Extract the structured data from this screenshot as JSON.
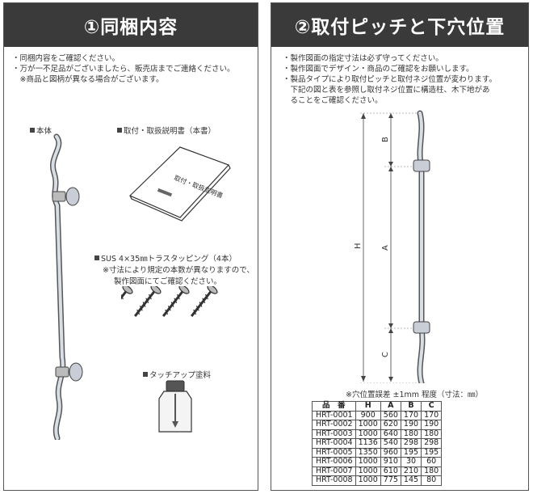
{
  "left": {
    "title": "①同梱内容",
    "notes": [
      "・同梱内容をご確認ください。",
      "・万が一不足品がございましたら、販売店までご連絡ください。",
      "　※商品と図柄が異なる場合がございます。"
    ],
    "items": {
      "body": "本体",
      "manual": "取付・取扱説明書（本書）",
      "manual_cover": "取付・取扱説明書",
      "screws": "SUS 4×35㎜トラスタッピング（4本）",
      "screws_note1": "※寸法により規定の本数が異なりますので、",
      "screws_note2": "製作図面にてご確認ください。",
      "paint": "タッチアップ塗料"
    }
  },
  "right": {
    "title": "②取付ピッチと下穴位置",
    "notes": [
      "・製作図面の指定寸法は必ず守ってください。",
      "・製作図面でデザイン・商品のご確認をお願いします。",
      "・製品タイプにより取付ピッチと取付ネジ位置が変わります。",
      "　下記の図と表を参照し取付ネジ位置に構造柱、木下地があ",
      "　ることをご確認ください。"
    ],
    "dims": {
      "h": "H",
      "a": "A",
      "b": "B",
      "c": "C"
    },
    "table_caption": "※穴位置誤差 ±1mm 程度（寸法：㎜）",
    "table": {
      "headers": [
        "品　番",
        "H",
        "A",
        "B",
        "C"
      ],
      "rows": [
        [
          "HRT-0001",
          "900",
          "560",
          "170",
          "170"
        ],
        [
          "HRT-0002",
          "1000",
          "620",
          "190",
          "190"
        ],
        [
          "HRT-0003",
          "1000",
          "640",
          "180",
          "180"
        ],
        [
          "HRT-0004",
          "1136",
          "540",
          "298",
          "298"
        ],
        [
          "HRT-0005",
          "1350",
          "960",
          "195",
          "195"
        ],
        [
          "HRT-0006",
          "1000",
          "910",
          "30",
          "60"
        ],
        [
          "HRT-0007",
          "1000",
          "610",
          "210",
          "180"
        ],
        [
          "HRT-0008",
          "1000",
          "775",
          "145",
          "80"
        ]
      ]
    }
  }
}
